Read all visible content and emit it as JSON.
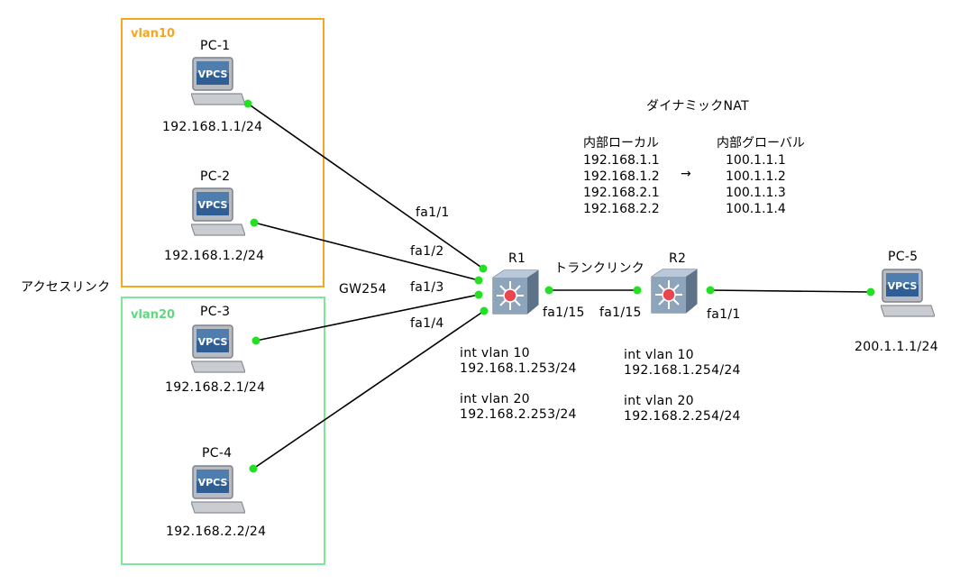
{
  "colors": {
    "vlan10": "#f5a623",
    "vlan20": "#7ee89a",
    "link": "#000000",
    "port": "#22e022"
  },
  "zones": [
    {
      "id": "vlan10",
      "label": "vlan10"
    },
    {
      "id": "vlan20",
      "label": "vlan20"
    }
  ],
  "devices": {
    "pc1": {
      "name": "PC-1",
      "icon": "vpcs-icon",
      "badge": "VPCS",
      "ip": "192.168.1.1/24"
    },
    "pc2": {
      "name": "PC-2",
      "icon": "vpcs-icon",
      "badge": "VPCS",
      "ip": "192.168.1.2/24"
    },
    "pc3": {
      "name": "PC-3",
      "icon": "vpcs-icon",
      "badge": "VPCS",
      "ip": "192.168.2.1/24"
    },
    "pc4": {
      "name": "PC-4",
      "icon": "vpcs-icon",
      "badge": "VPCS",
      "ip": "192.168.2.2/24"
    },
    "pc5": {
      "name": "PC-5",
      "icon": "vpcs-icon",
      "badge": "VPCS",
      "ip": "200.1.1.1/24"
    },
    "r1": {
      "name": "R1",
      "icon": "l3-switch-icon"
    },
    "r2": {
      "name": "R2",
      "icon": "l3-switch-icon"
    }
  },
  "ports": {
    "fa1_1": "fa1/1",
    "fa1_2": "fa1/2",
    "fa1_3": "fa1/3",
    "fa1_4": "fa1/4",
    "r1_fa1_15": "fa1/15",
    "r2_fa1_15": "fa1/15",
    "r2_fa1_1": "fa1/1"
  },
  "labels": {
    "access_link": "アクセスリンク",
    "gw": "GW254",
    "trunk_link": "トランクリンク"
  },
  "r1_interfaces": [
    {
      "name": "int vlan 10",
      "ip": "192.168.1.253/24"
    },
    {
      "name": "int vlan 20",
      "ip": "192.168.2.253/24"
    }
  ],
  "r2_interfaces": [
    {
      "name": "int vlan 10",
      "ip": "192.168.1.254/24"
    },
    {
      "name": "int vlan 20",
      "ip": "192.168.2.254/24"
    }
  ],
  "nat": {
    "title": "ダイナミックNAT",
    "inside_local_header": "内部ローカル",
    "inside_global_header": "内部グローバル",
    "arrow": "→",
    "inside_local": [
      "192.168.1.1",
      "192.168.1.2",
      "192.168.2.1",
      "192.168.2.2"
    ],
    "inside_global": [
      "100.1.1.1",
      "100.1.1.2",
      "100.1.1.3",
      "100.1.1.4"
    ]
  }
}
